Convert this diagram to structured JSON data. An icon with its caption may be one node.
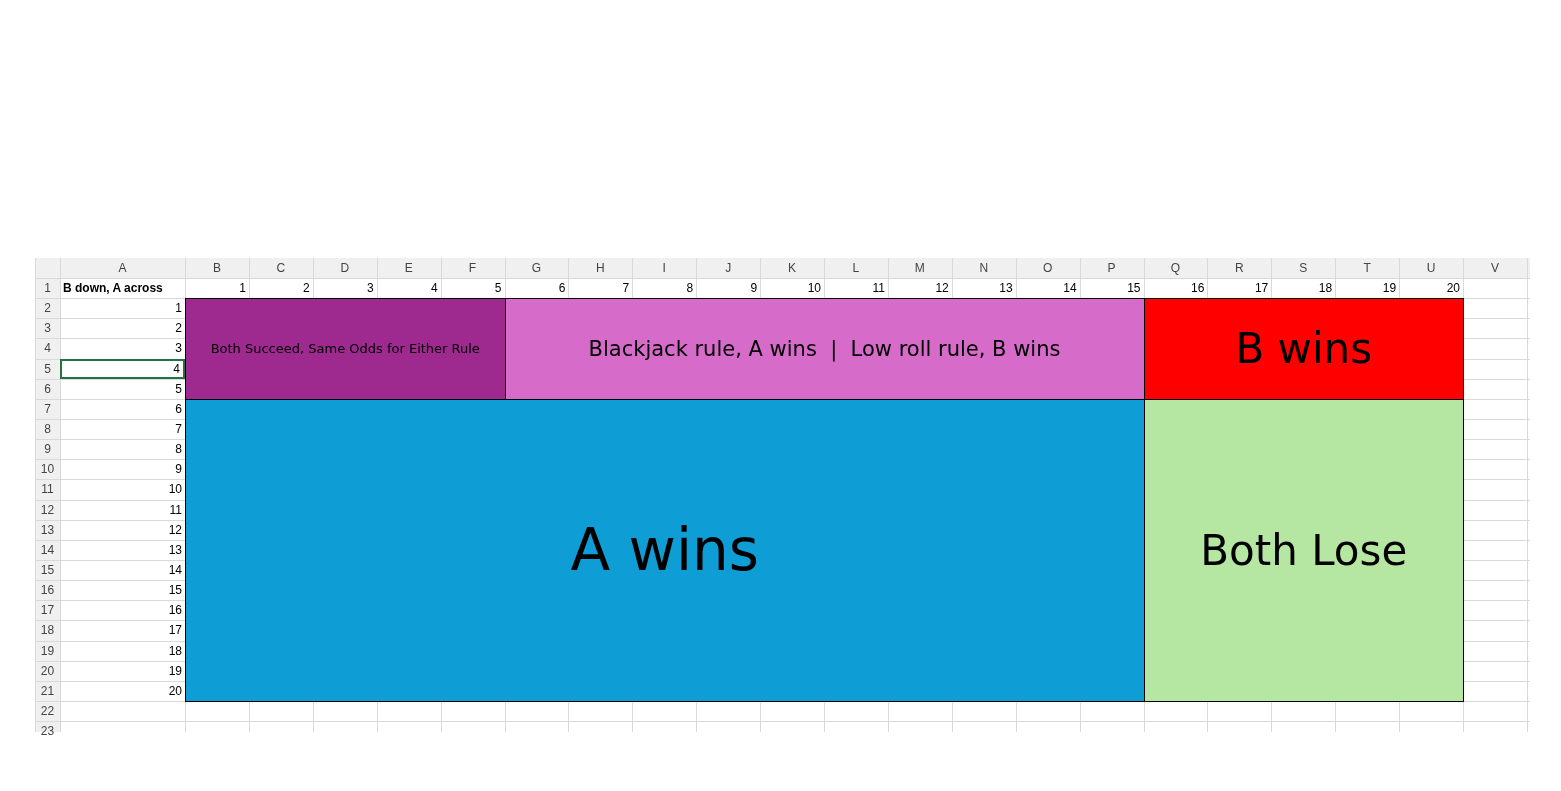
{
  "diagram": {
    "nodes": [
      {
        "text": [
          "Both Succeed, Same Odds for Either Rule"
        ]
      },
      {
        "text": [
          "Blackjack rule, A wins  |  Low roll rule, B wins"
        ]
      },
      {
        "text": [
          "B wins"
        ]
      },
      {
        "text": [
          "A wins"
        ]
      },
      {
        "text": [
          "Both Lose"
        ]
      }
    ],
    "labels": [
      "A",
      "B",
      "C",
      "D",
      "E",
      "F",
      "G",
      "H",
      "I",
      "J",
      "K",
      "L",
      "M",
      "N",
      "O",
      "P",
      "Q",
      "R",
      "S",
      "T",
      "U",
      "V",
      "1",
      "B down, A across",
      "1",
      "2",
      "3",
      "4",
      "5",
      "6",
      "7",
      "8",
      "9",
      "10",
      "11",
      "12",
      "13",
      "14",
      "15",
      "16",
      "17",
      "18",
      "19",
      "20",
      "2",
      "1",
      "3",
      "2",
      "4",
      "3",
      "5",
      "4",
      "6",
      "5",
      "7",
      "6",
      "8",
      "7",
      "9",
      "8",
      "10",
      "9",
      "11",
      "10",
      "12",
      "11",
      "13",
      "12",
      "14",
      "13",
      "15",
      "14",
      "16",
      "15",
      "17",
      "16",
      "18",
      "17",
      "19",
      "18",
      "20",
      "19",
      "21",
      "20",
      "22",
      "23"
    ]
  }
}
